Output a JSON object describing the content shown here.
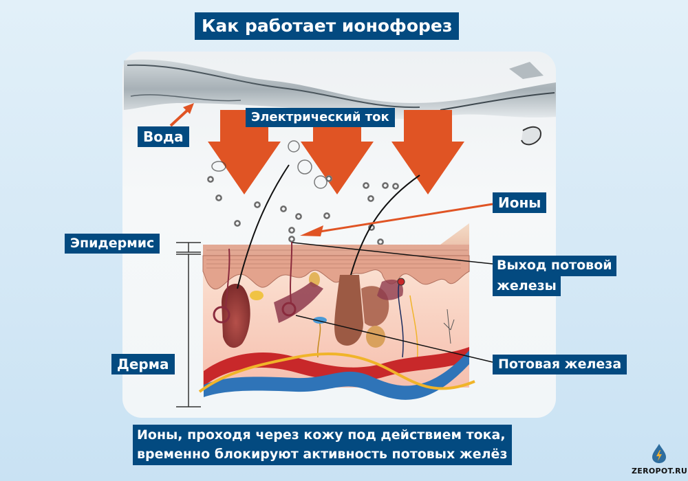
{
  "title": "Как работает ионофорез",
  "labels": {
    "water": "Вода",
    "electric_current": "Электрический ток",
    "ions": "Ионы",
    "epidermis": "Эпидермис",
    "dermis": "Дерма",
    "sweat_duct_exit_line1": "Выход потовой",
    "sweat_duct_exit_line2": "железы",
    "sweat_gland": "Потовая железа"
  },
  "caption": {
    "line1": "Ионы, проходя через кожу под действием тока,",
    "line2": "временно блокируют активность потовых желёз"
  },
  "logo": {
    "text": "ZEROPOT.RU",
    "icon": "water-drop-lightning-icon"
  },
  "colors": {
    "label_bg": "#034a80",
    "label_text": "#ffffff",
    "arrow": "#e05424",
    "background": "#d6e9f6",
    "skin": "#f5c8b5",
    "artery": "#c8282a",
    "vein": "#2f6fb5",
    "nerve": "#f0b429"
  }
}
